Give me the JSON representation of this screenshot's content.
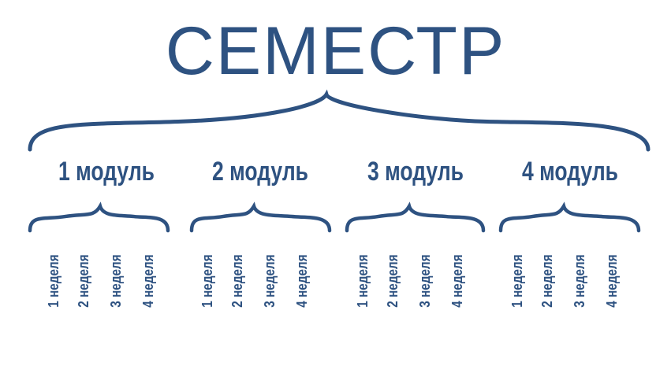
{
  "title": "СЕМЕСТР",
  "color": "#2e5281",
  "modules": [
    {
      "label": "1 модуль",
      "weeks": [
        "1 неделя",
        "2 неделя",
        "3 неделя",
        "4 неделя"
      ]
    },
    {
      "label": "2 модуль",
      "weeks": [
        "1 неделя",
        "2 неделя",
        "3 неделя",
        "4 неделя"
      ]
    },
    {
      "label": "3 модуль",
      "weeks": [
        "1 неделя",
        "2 неделя",
        "3 неделя",
        "4 неделя"
      ]
    },
    {
      "label": "4 модуль",
      "weeks": [
        "1 неделя",
        "2 неделя",
        "3 неделя",
        "4 неделя"
      ]
    }
  ]
}
